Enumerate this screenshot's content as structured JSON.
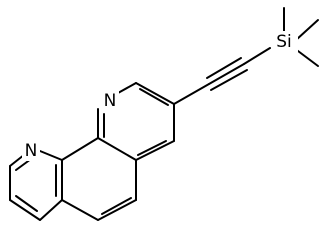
{
  "molecule": {
    "atoms": {
      "n1": "N",
      "n2": "N",
      "si": "Si"
    },
    "colors": {
      "background": "#ffffff",
      "bond": "#000000",
      "text": "#000000"
    }
  }
}
